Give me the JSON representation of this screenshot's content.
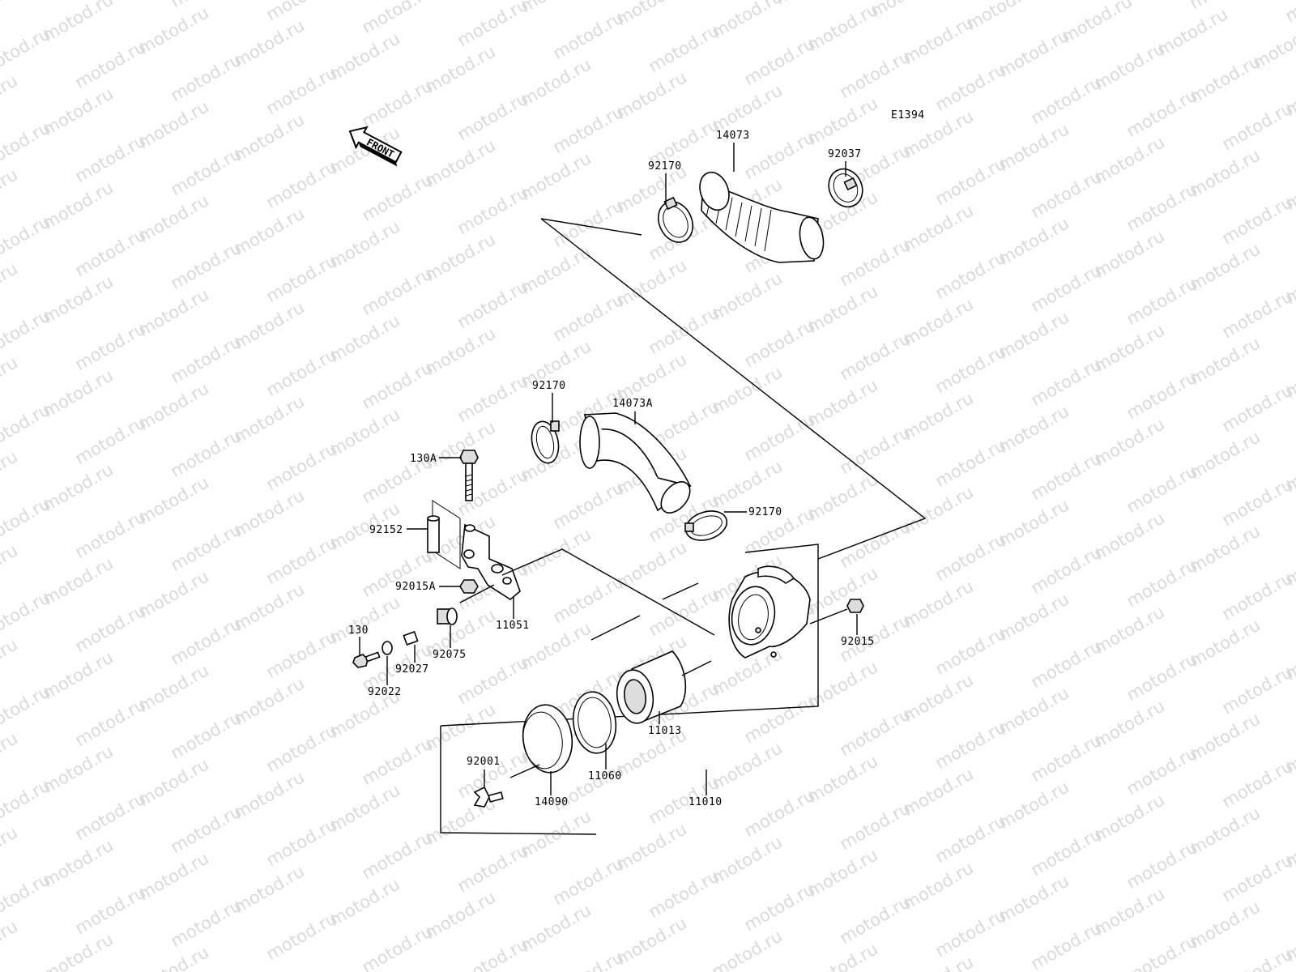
{
  "watermark": {
    "text": "motod.ru"
  },
  "diagram": {
    "code": "E1394",
    "front_label": "FRONT"
  },
  "parts": {
    "p14073": "14073",
    "p92170_top": "92170",
    "p92037": "92037",
    "p92170_mid": "92170",
    "p14073A": "14073A",
    "p130A": "130A",
    "p92152": "92152",
    "p92170_right": "92170",
    "p92015A": "92015A",
    "p11051": "11051",
    "p130": "130",
    "p92075": "92075",
    "p92027": "92027",
    "p92022": "92022",
    "p92015": "92015",
    "p11013": "11013",
    "p92001": "92001",
    "p11060": "11060",
    "p14090": "14090",
    "p11010": "11010"
  }
}
